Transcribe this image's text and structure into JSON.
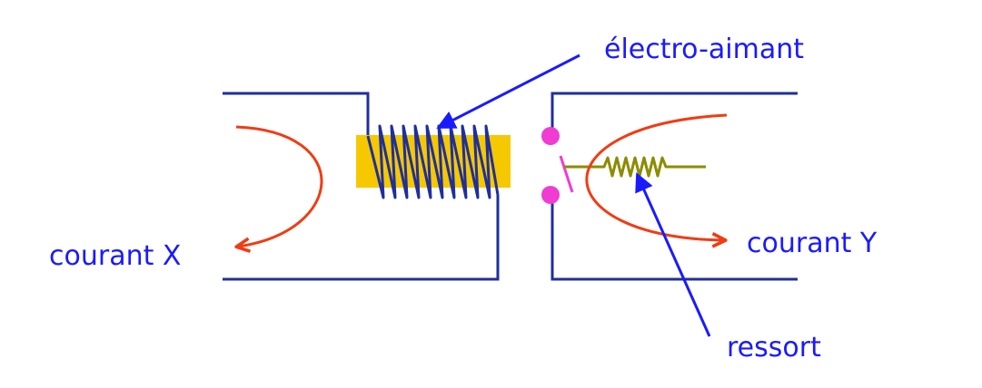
{
  "labels": {
    "electroaimant": "électro-aimant",
    "courant_x": "courant X",
    "courant_y": "courant Y",
    "ressort": "ressort"
  },
  "colors": {
    "circuit": "#1f2f9c",
    "arrow_label": "#1a1aff",
    "current": "#f03c14",
    "core": "#f5c800",
    "contact": "#f03cd2",
    "switch_arm": "#f03cd2",
    "spring": "#8c8c00"
  }
}
